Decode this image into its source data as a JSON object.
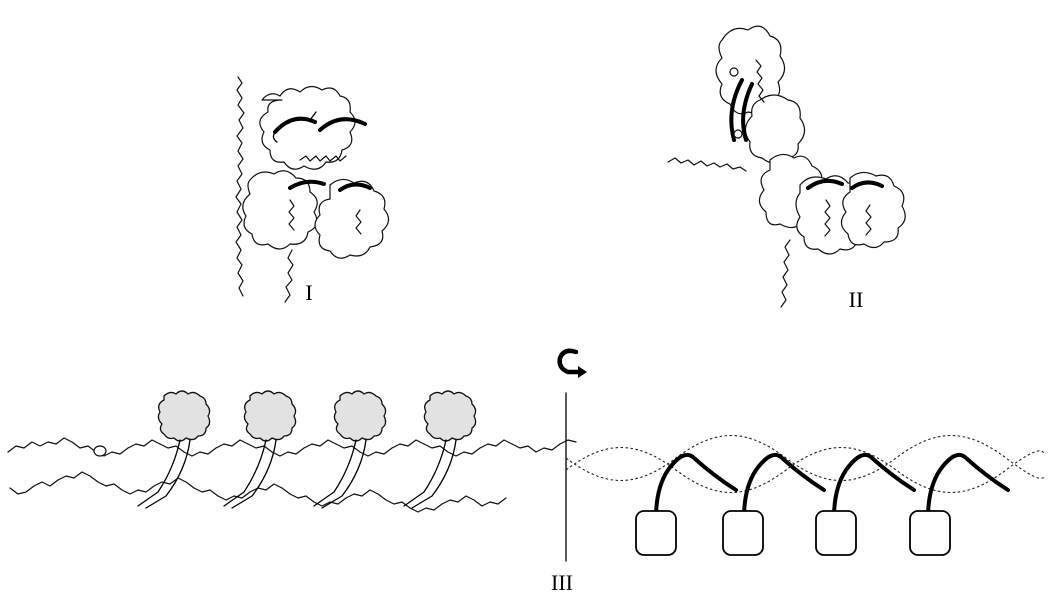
{
  "labels": {
    "panel_1": "I",
    "panel_2": "II",
    "panel_3": "III"
  },
  "icons": {
    "rotation_axis": "curved-arrow-icon"
  },
  "colors": {
    "ink": "#000000",
    "head_shading": "#e2e2e2",
    "background": "#ffffff"
  }
}
